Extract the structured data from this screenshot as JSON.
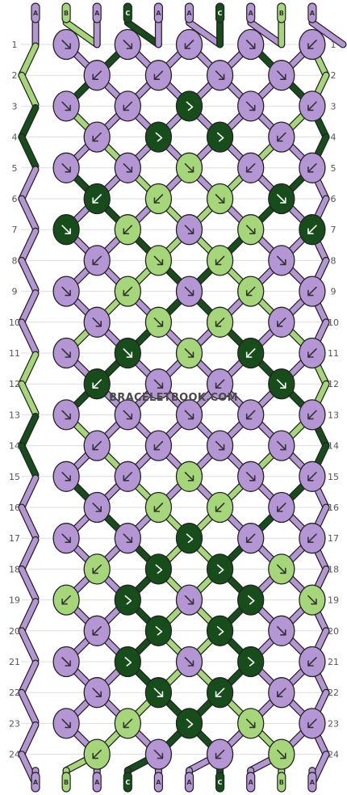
{
  "watermark": "BRACELETBOOK.COM",
  "colors": {
    "A": "#b596d4",
    "B": "#a6d67a",
    "C": "#174d1a",
    "outline": "#222222",
    "grid": "#dddddd",
    "background": "#ffffff"
  },
  "top_strands": [
    "A",
    "B",
    "A",
    "C",
    "A",
    "A",
    "C",
    "A",
    "B",
    "A"
  ],
  "bottom_strands": [
    "A",
    "B",
    "A",
    "C",
    "A",
    "A",
    "C",
    "A",
    "B",
    "A"
  ],
  "rows": [
    {
      "number": "1",
      "knots": [
        [
          "A",
          "se"
        ],
        [
          "A",
          "se"
        ],
        [
          "A",
          "sw"
        ],
        [
          "A",
          "se"
        ],
        [
          "A",
          "sw"
        ]
      ]
    },
    {
      "number": "2",
      "knots": [
        [
          "A",
          "sw"
        ],
        [
          "A",
          "sw"
        ],
        [
          "A",
          "se"
        ],
        [
          "A",
          "se"
        ]
      ]
    },
    {
      "number": "3",
      "knots": [
        [
          "A",
          "se"
        ],
        [
          "A",
          "sw"
        ],
        [
          "C",
          "o"
        ],
        [
          "A",
          "se"
        ],
        [
          "A",
          "sw"
        ]
      ]
    },
    {
      "number": "4",
      "knots": [
        [
          "A",
          "sw"
        ],
        [
          "C",
          "o"
        ],
        [
          "C",
          "o"
        ],
        [
          "A",
          "sw"
        ]
      ]
    },
    {
      "number": "5",
      "knots": [
        [
          "A",
          "se"
        ],
        [
          "A",
          "se"
        ],
        [
          "B",
          "se"
        ],
        [
          "A",
          "sw"
        ],
        [
          "A",
          "sw"
        ]
      ]
    },
    {
      "number": "6",
      "knots": [
        [
          "C",
          "sw"
        ],
        [
          "B",
          "sw"
        ],
        [
          "B",
          "se"
        ],
        [
          "C",
          "se"
        ]
      ]
    },
    {
      "number": "7",
      "knots": [
        [
          "C",
          "se"
        ],
        [
          "B",
          "sw"
        ],
        [
          "A",
          "se"
        ],
        [
          "B",
          "se"
        ],
        [
          "C",
          "sw"
        ]
      ]
    },
    {
      "number": "8",
      "knots": [
        [
          "A",
          "sw"
        ],
        [
          "B",
          "se"
        ],
        [
          "B",
          "sw"
        ],
        [
          "A",
          "se"
        ]
      ]
    },
    {
      "number": "9",
      "knots": [
        [
          "A",
          "se"
        ],
        [
          "B",
          "sw"
        ],
        [
          "A",
          "se"
        ],
        [
          "B",
          "sw"
        ],
        [
          "A",
          "sw"
        ]
      ]
    },
    {
      "number": "10",
      "knots": [
        [
          "A",
          "se"
        ],
        [
          "B",
          "se"
        ],
        [
          "B",
          "sw"
        ],
        [
          "A",
          "sw"
        ]
      ]
    },
    {
      "number": "11",
      "knots": [
        [
          "A",
          "se"
        ],
        [
          "C",
          "se"
        ],
        [
          "B",
          "se"
        ],
        [
          "C",
          "sw"
        ],
        [
          "A",
          "sw"
        ]
      ]
    },
    {
      "number": "12",
      "knots": [
        [
          "C",
          "sw"
        ],
        [
          "A",
          "se"
        ],
        [
          "A",
          "sw"
        ],
        [
          "C",
          "se"
        ]
      ]
    },
    {
      "number": "13",
      "knots": [
        [
          "A",
          "se"
        ],
        [
          "A",
          "se"
        ],
        [
          "A",
          "se"
        ],
        [
          "A",
          "sw"
        ],
        [
          "A",
          "sw"
        ]
      ]
    },
    {
      "number": "14",
      "knots": [
        [
          "A",
          "sw"
        ],
        [
          "A",
          "sw"
        ],
        [
          "A",
          "se"
        ],
        [
          "A",
          "se"
        ]
      ]
    },
    {
      "number": "15",
      "knots": [
        [
          "A",
          "se"
        ],
        [
          "A",
          "sw"
        ],
        [
          "B",
          "se"
        ],
        [
          "A",
          "se"
        ],
        [
          "A",
          "sw"
        ]
      ]
    },
    {
      "number": "16",
      "knots": [
        [
          "A",
          "se"
        ],
        [
          "B",
          "sw"
        ],
        [
          "B",
          "sw"
        ],
        [
          "A",
          "sw"
        ]
      ]
    },
    {
      "number": "17",
      "knots": [
        [
          "A",
          "se"
        ],
        [
          "A",
          "se"
        ],
        [
          "C",
          "o"
        ],
        [
          "A",
          "sw"
        ],
        [
          "A",
          "sw"
        ]
      ]
    },
    {
      "number": "18",
      "knots": [
        [
          "B",
          "sw"
        ],
        [
          "C",
          "o"
        ],
        [
          "C",
          "o"
        ],
        [
          "B",
          "se"
        ]
      ]
    },
    {
      "number": "19",
      "knots": [
        [
          "B",
          "sw"
        ],
        [
          "C",
          "o"
        ],
        [
          "A",
          "se"
        ],
        [
          "C",
          "o"
        ],
        [
          "B",
          "se"
        ]
      ]
    },
    {
      "number": "20",
      "knots": [
        [
          "A",
          "sw"
        ],
        [
          "C",
          "o"
        ],
        [
          "C",
          "o"
        ],
        [
          "A",
          "se"
        ]
      ]
    },
    {
      "number": "21",
      "knots": [
        [
          "A",
          "se"
        ],
        [
          "C",
          "o"
        ],
        [
          "A",
          "se"
        ],
        [
          "C",
          "o"
        ],
        [
          "A",
          "sw"
        ]
      ]
    },
    {
      "number": "22",
      "knots": [
        [
          "A",
          "se"
        ],
        [
          "C",
          "se"
        ],
        [
          "C",
          "sw"
        ],
        [
          "A",
          "sw"
        ]
      ]
    },
    {
      "number": "23",
      "knots": [
        [
          "A",
          "se"
        ],
        [
          "B",
          "sw"
        ],
        [
          "C",
          "o"
        ],
        [
          "B",
          "se"
        ],
        [
          "A",
          "sw"
        ]
      ]
    },
    {
      "number": "24",
      "knots": [
        [
          "B",
          "sw"
        ],
        [
          "A",
          "se"
        ],
        [
          "A",
          "sw"
        ],
        [
          "B",
          "se"
        ]
      ]
    }
  ]
}
